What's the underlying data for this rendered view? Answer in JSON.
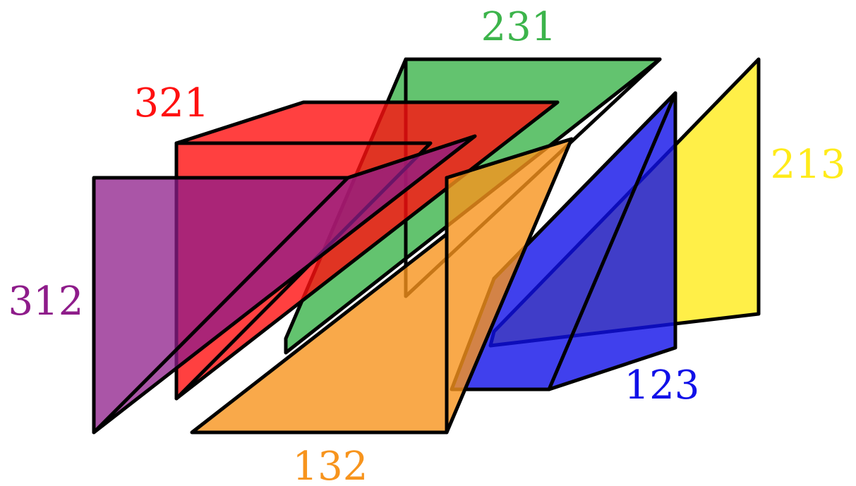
{
  "diagram": {
    "pieces": [
      {
        "label": "231",
        "color": "#3cb44b"
      },
      {
        "label": "213",
        "color": "#ffeb1a"
      },
      {
        "label": "123",
        "color": "#1010e8"
      },
      {
        "label": "321",
        "color": "#ff1010"
      },
      {
        "label": "312",
        "color": "#8e1c8a"
      },
      {
        "label": "132",
        "color": "#f7941d"
      }
    ]
  }
}
